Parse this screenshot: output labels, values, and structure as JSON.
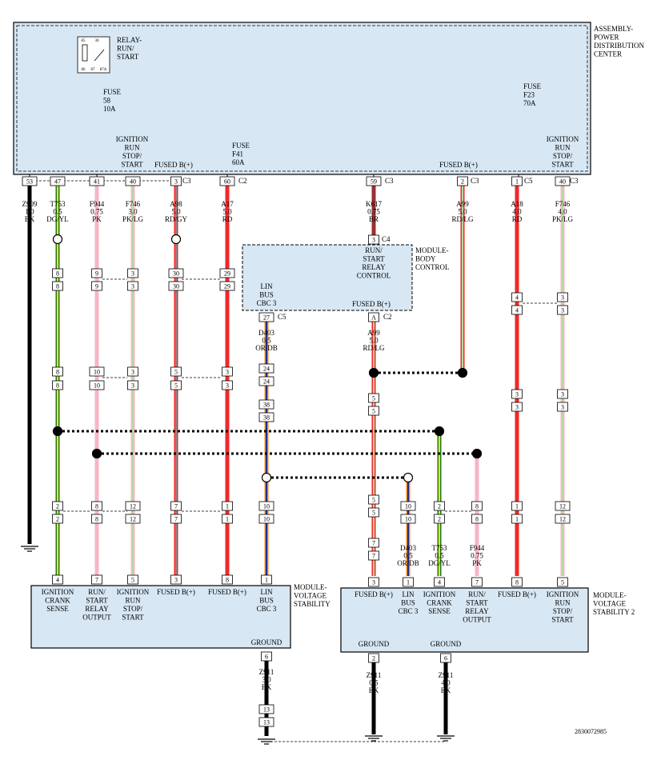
{
  "diagram_id": "2830072985",
  "colors": {
    "module_fill": "#d7e7f3",
    "BK": "#000000",
    "RD": "#ee2a2a",
    "PK": "#f7b5c6",
    "LG": "#b9d8a0",
    "GY": "#8c8c8c",
    "YL": "#f2e21b",
    "DG": "#1f7a1f",
    "OR": "#f08a1c",
    "DB": "#1f2e8c",
    "BR": "#9a3030"
  },
  "modules": {
    "pdc": {
      "name_lines": [
        "ASSEMBLY-",
        "POWER",
        "DISTRIBUTION",
        "CENTER"
      ]
    },
    "bcm": {
      "name_lines": [
        "MODULE-",
        "BODY",
        "CONTROL"
      ]
    },
    "mvs": {
      "name_lines": [
        "MODULE-",
        "VOLTAGE",
        "STABILITY"
      ]
    },
    "mvs2": {
      "name_lines": [
        "MODULE-",
        "VOLTAGE",
        "STABILITY 2"
      ]
    }
  },
  "relay": {
    "label_lines": [
      "RELAY-",
      "RUN/",
      "START"
    ],
    "pins": [
      "85",
      "30",
      "86",
      "87",
      "87A"
    ]
  },
  "fuses": [
    {
      "id": "f58",
      "lines": [
        "FUSE",
        "58",
        "10A"
      ]
    },
    {
      "id": "f41",
      "lines": [
        "FUSE",
        "F41",
        "60A"
      ]
    },
    {
      "id": "f23",
      "lines": [
        "FUSE",
        "F23",
        "70A"
      ]
    }
  ],
  "pdc_labels": [
    {
      "id": "ign",
      "lines": [
        "IGNITION",
        "RUN",
        "STOP/",
        "START"
      ]
    },
    {
      "id": "fbl",
      "lines": [
        "FUSED B(+)"
      ]
    },
    {
      "id": "fbr",
      "lines": [
        "FUSED B(+)"
      ]
    },
    {
      "id": "ignr",
      "lines": [
        "IGNITION",
        "RUN",
        "STOP/",
        "START"
      ]
    }
  ],
  "bcm_labels": [
    {
      "id": "rsrc",
      "lines": [
        "RUN/",
        "START",
        "RELAY",
        "CONTROL"
      ]
    },
    {
      "id": "lin",
      "lines": [
        "LIN",
        "BUS",
        "CBC 3"
      ]
    },
    {
      "id": "fb",
      "lines": [
        "FUSED B(+)"
      ]
    }
  ],
  "connectors": [
    "C2",
    "C3",
    "C4",
    "C5"
  ],
  "wire_labels": [
    {
      "id": "w_z909",
      "lines": [
        "Z909",
        "1.0",
        "BK"
      ]
    },
    {
      "id": "w_t753",
      "lines": [
        "T753",
        "0.5",
        "DG/YL"
      ]
    },
    {
      "id": "w_f944",
      "lines": [
        "F944",
        "0.75",
        "PK"
      ]
    },
    {
      "id": "w_f746",
      "lines": [
        "F746",
        "3.0",
        "PK/LG"
      ]
    },
    {
      "id": "w_a98",
      "lines": [
        "A98",
        "5.0",
        "RD/GY"
      ]
    },
    {
      "id": "w_a17",
      "lines": [
        "A17",
        "5.0",
        "RD"
      ]
    },
    {
      "id": "w_k617",
      "lines": [
        "K617",
        "0.75",
        "BR"
      ]
    },
    {
      "id": "w_a99",
      "lines": [
        "A99",
        "5.0",
        "RD/LG"
      ]
    },
    {
      "id": "w_a18",
      "lines": [
        "A18",
        "4.0",
        "RD"
      ]
    },
    {
      "id": "w_f746r",
      "lines": [
        "F746",
        "4.0",
        "PK/LG"
      ]
    },
    {
      "id": "w_d403",
      "lines": [
        "D403",
        "0.5",
        "OR/DB"
      ]
    },
    {
      "id": "w_a99b",
      "lines": [
        "A99",
        "5.0",
        "RD/LG"
      ]
    },
    {
      "id": "w_d403b",
      "lines": [
        "D403",
        "0.5",
        "OR/DB"
      ]
    },
    {
      "id": "w_t753b",
      "lines": [
        "T753",
        "0.5",
        "DG/YL"
      ]
    },
    {
      "id": "w_f944b",
      "lines": [
        "F944",
        "0.75",
        "PK"
      ]
    },
    {
      "id": "w_z911a",
      "lines": [
        "Z911",
        "3.0",
        "BK"
      ]
    },
    {
      "id": "w_z911b",
      "lines": [
        "Z911",
        "0.5",
        "BK"
      ]
    },
    {
      "id": "w_z911c",
      "lines": [
        "Z911",
        "4.0",
        "BK"
      ]
    }
  ],
  "mvs_pins": [
    {
      "pin": "4",
      "lines": [
        "IGNITION",
        "CRANK",
        "SENSE"
      ]
    },
    {
      "pin": "7",
      "lines": [
        "RUN/",
        "START",
        "RELAY",
        "OUTPUT"
      ]
    },
    {
      "pin": "5",
      "lines": [
        "IGNITION",
        "RUN",
        "STOP/",
        "START"
      ]
    },
    {
      "pin": "3",
      "lines": [
        "FUSED B(+)"
      ]
    },
    {
      "pin": "8",
      "lines": [
        "FUSED B(+)"
      ]
    },
    {
      "pin": "1",
      "lines": [
        "LIN",
        "BUS",
        "CBC 3"
      ]
    }
  ],
  "mvs2_pins": [
    {
      "pin": "3",
      "lines": [
        "FUSED B(+)"
      ]
    },
    {
      "pin": "1",
      "lines": [
        "LIN",
        "BUS",
        "CBC 3"
      ]
    },
    {
      "pin": "4",
      "lines": [
        "IGNITION",
        "CRANK",
        "SENSE"
      ]
    },
    {
      "pin": "7",
      "lines": [
        "RUN/",
        "START",
        "RELAY",
        "OUTPUT"
      ]
    },
    {
      "pin": "8",
      "lines": [
        "FUSED B(+)"
      ]
    },
    {
      "pin": "5",
      "lines": [
        "IGNITION",
        "RUN",
        "STOP/",
        "START"
      ]
    }
  ],
  "ground_label": "GROUND",
  "pin_numbers": {
    "pdc": [
      "53",
      "47",
      "41",
      "40",
      "3",
      "60",
      "59",
      "2",
      "1",
      "40"
    ],
    "bcm": [
      "3",
      "27",
      "A"
    ],
    "mvs_bottom": [
      "6"
    ],
    "mvs2_bottom": [
      "2",
      "6"
    ],
    "inline": [
      "8",
      "8",
      "9",
      "9",
      "3",
      "3",
      "30",
      "30",
      "29",
      "29",
      "8",
      "8",
      "10",
      "10",
      "3",
      "3",
      "5",
      "5",
      "3",
      "3",
      "24",
      "24",
      "38",
      "38",
      "2",
      "2",
      "8",
      "8",
      "12",
      "12",
      "7",
      "7",
      "1",
      "1",
      "10",
      "10",
      "5",
      "5",
      "5",
      "5",
      "7",
      "7",
      "10",
      "10",
      "2",
      "2",
      "8",
      "8",
      "4",
      "4",
      "3",
      "3",
      "3",
      "3",
      "1",
      "1",
      "12",
      "12",
      "13",
      "13"
    ]
  }
}
